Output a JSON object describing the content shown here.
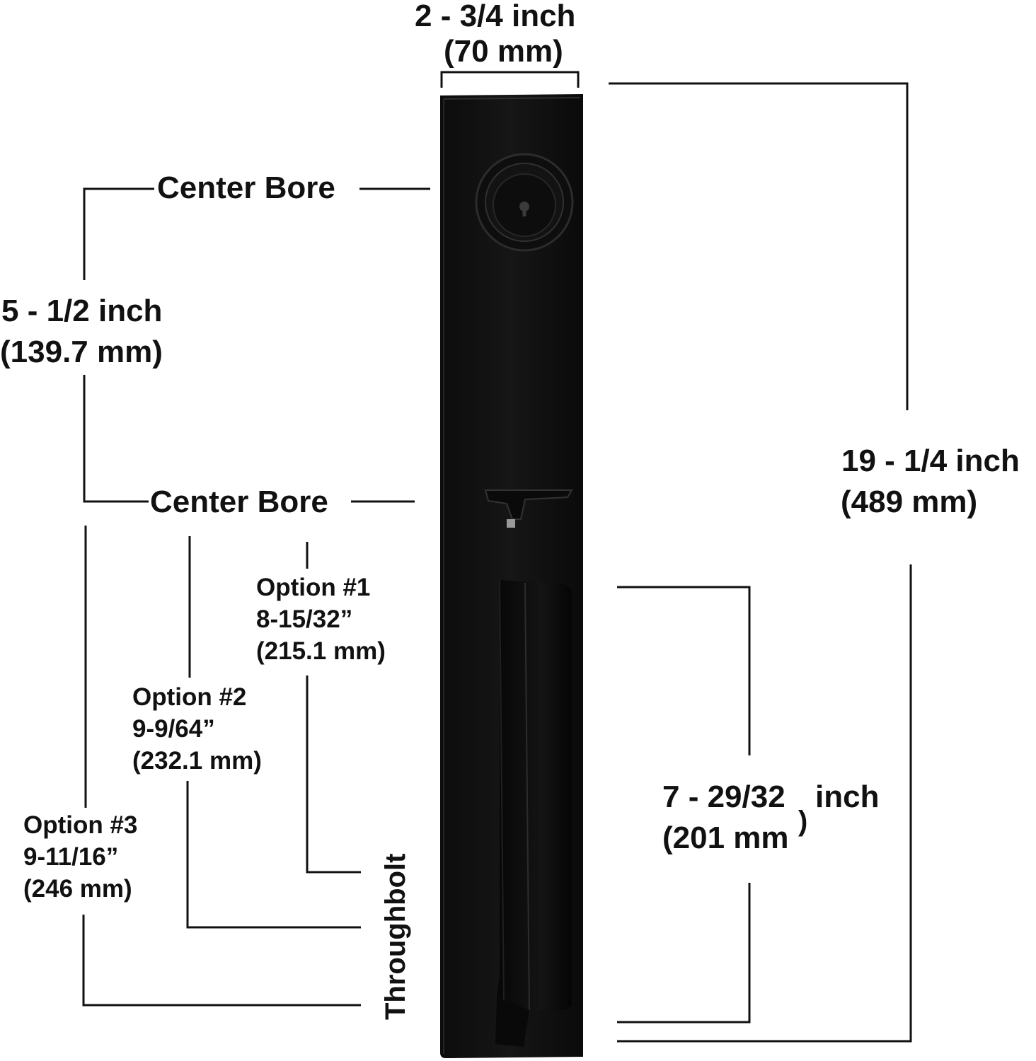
{
  "colors": {
    "background": "#ffffff",
    "ink": "#111111",
    "finish": "#121212",
    "finish_highlight": "#2a2a2a",
    "throughbolt_tab": "#9a9a9a"
  },
  "labels": {
    "top_width": {
      "line1": "2 - 3/4 inch",
      "line2": "(70 mm)"
    },
    "center_bore_upper": "Center Bore",
    "center_bore_lower": "Center Bore",
    "bore_spacing": {
      "line1": "5 - 1/2 inch",
      "line2": "(139.7 mm)"
    },
    "total_height": {
      "line1": "19 - 1/4 inch",
      "line2": "(489 mm)"
    },
    "handle_length": {
      "line1": "7 - 29/32",
      "line1b": "inch",
      "line2": "(201 mm",
      "paren": ")"
    },
    "option1": {
      "line1": "Option #1",
      "line2": "8-15/32”",
      "line3": "(215.1 mm)"
    },
    "option2": {
      "line1": "Option #2",
      "line2": "9-9/64”",
      "line3": "(232.1 mm)"
    },
    "option3": {
      "line1": "Option #3",
      "line2": "9-11/16”",
      "line3": "(246 mm)"
    },
    "throughbolt": "Throughbolt"
  }
}
